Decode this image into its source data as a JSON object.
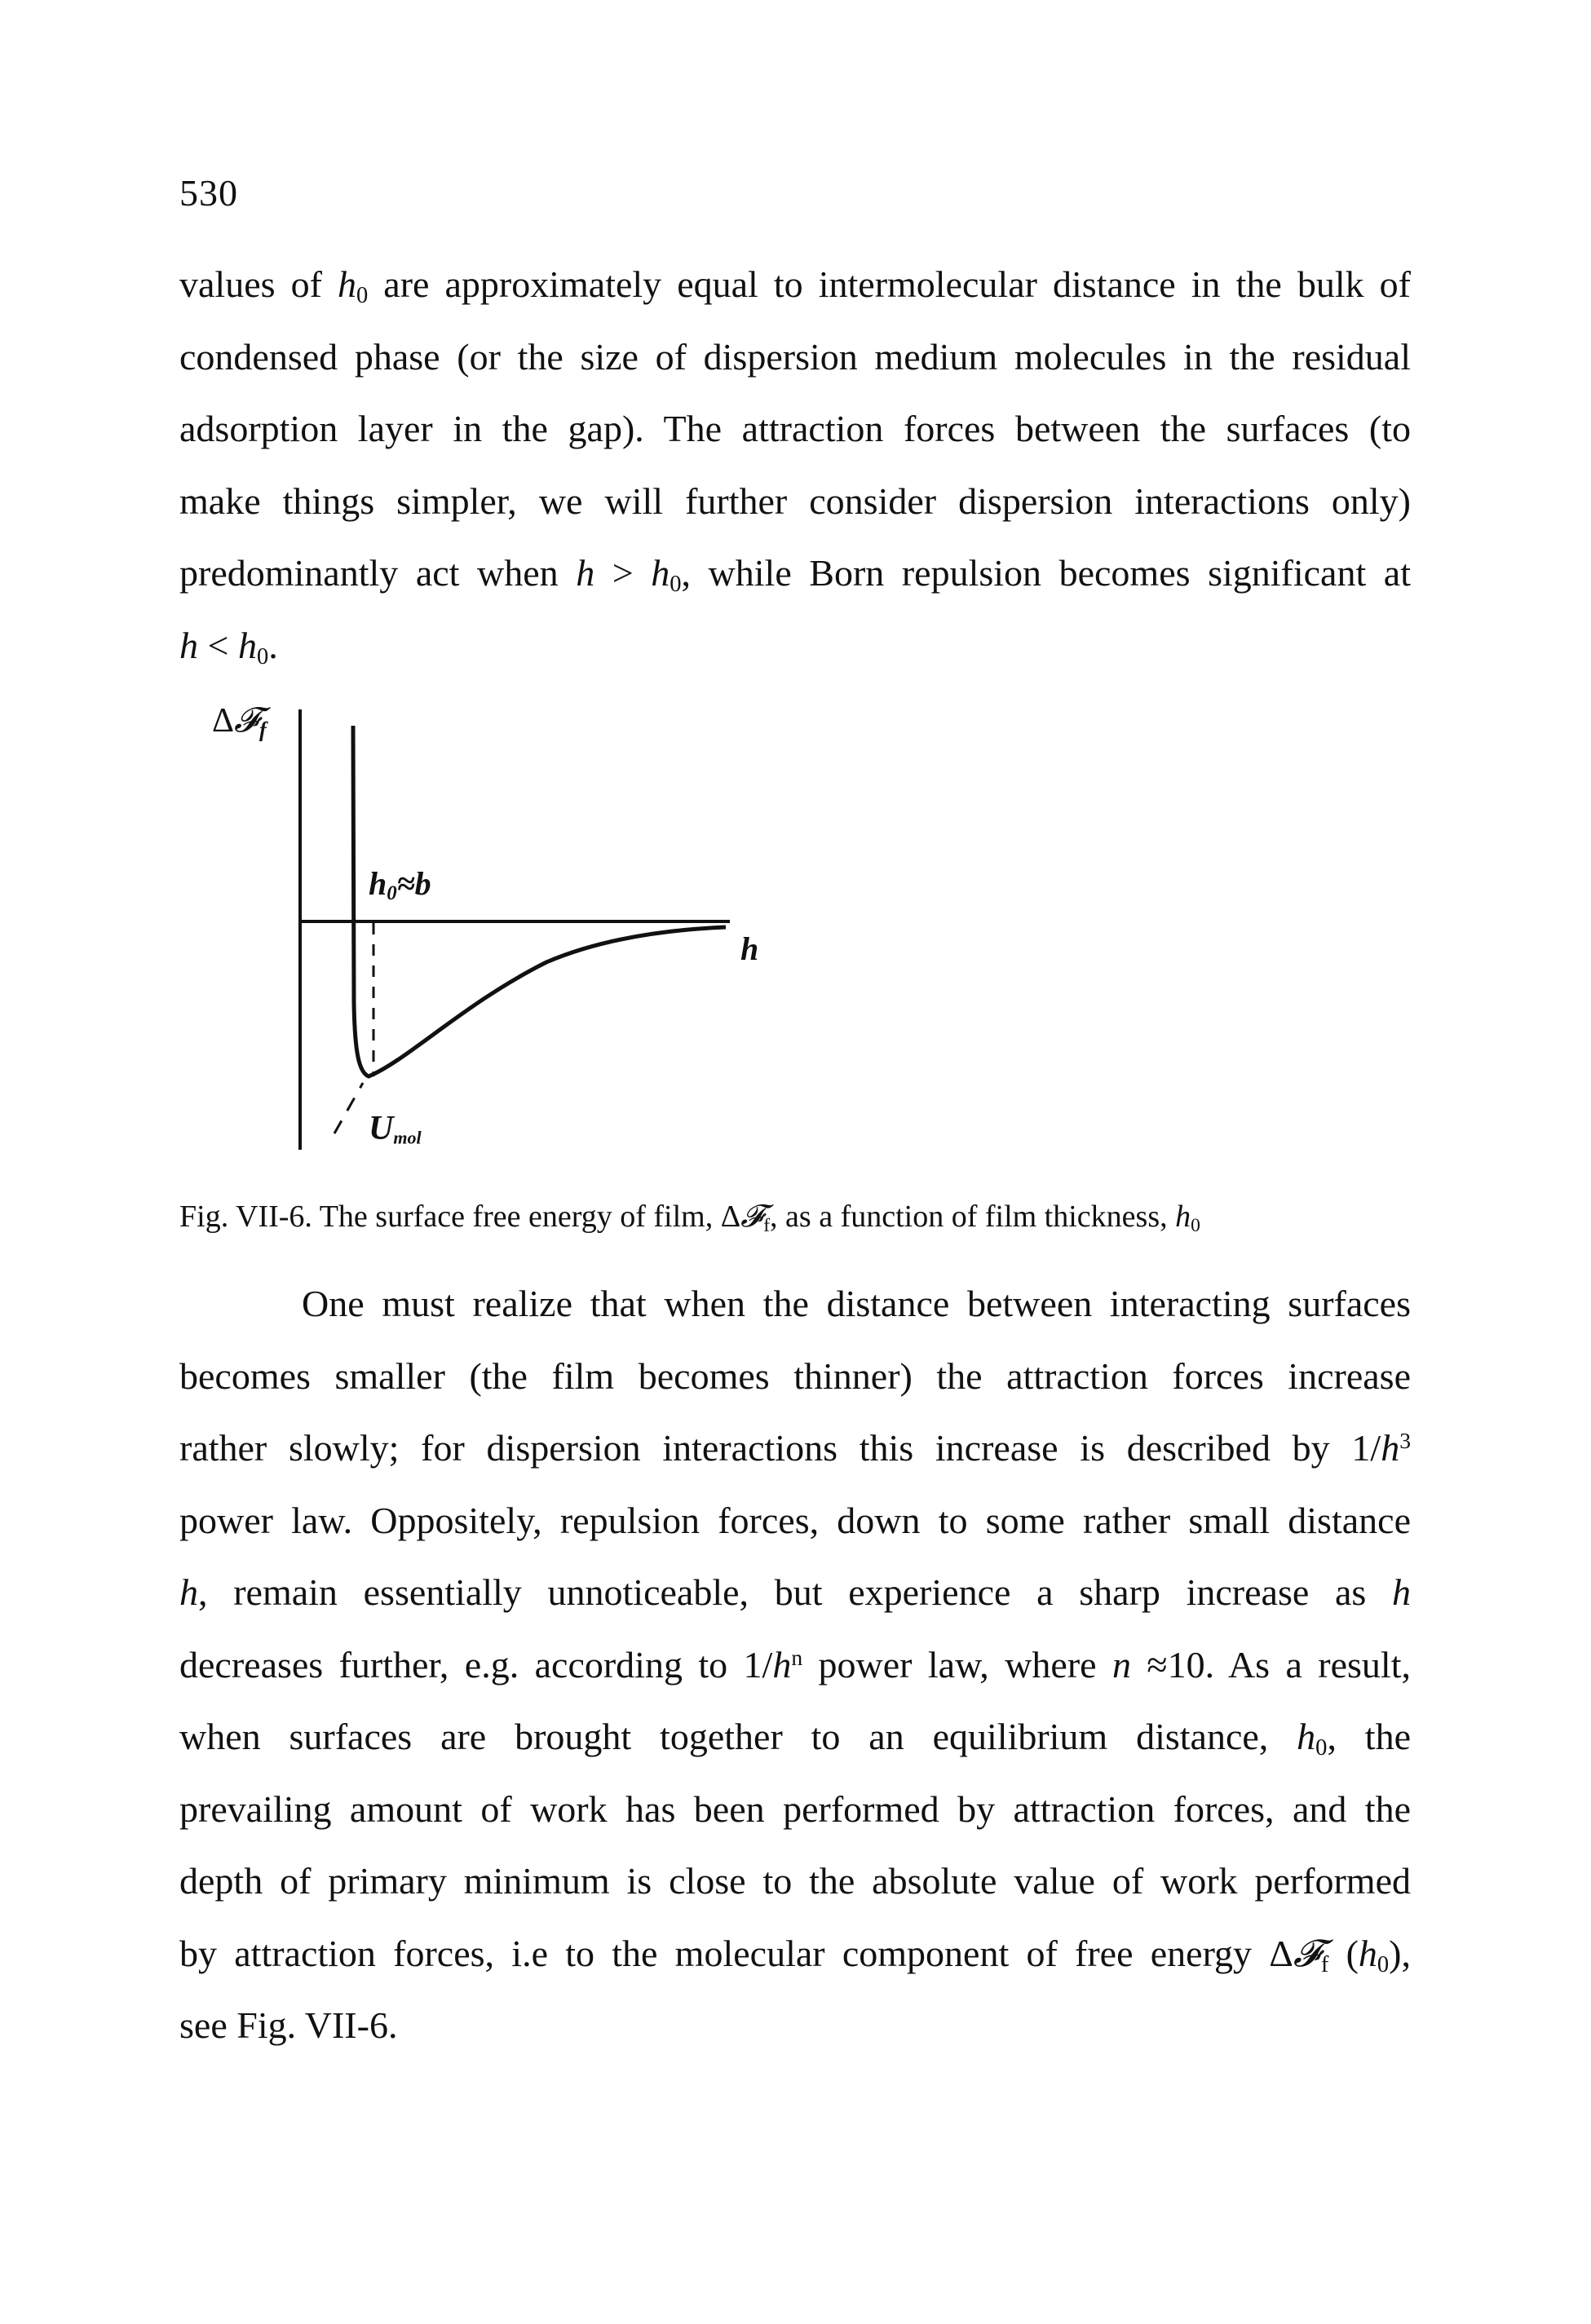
{
  "page_number": "530",
  "para1": {
    "l1_a": "values of ",
    "l1_h": "h",
    "l1_s": "0",
    "l1_b": " are approximately equal to intermolecular distance in the bulk of",
    "l2": "condensed phase (or the size of dispersion medium molecules in the residual",
    "l3": "adsorption layer in the gap). The attraction forces between the surfaces (to",
    "l4": "make things simpler, we will further consider dispersion interactions only)",
    "l5_a": "predominantly act when ",
    "l5_h1": "h",
    "l5_b": " > ",
    "l5_h2": "h",
    "l5_s": "0",
    "l5_c": ", while Born repulsion becomes significant at",
    "l6_h1": "h",
    "l6_b": " < ",
    "l6_h2": "h",
    "l6_s": "0",
    "l6_c": "."
  },
  "figure": {
    "y_label_delta": "Δ",
    "y_label_F": "𝓕",
    "y_label_sub": "f",
    "h0_label": "h",
    "h0_sub": "0",
    "h0_rest": "≈b",
    "x_label": "h",
    "umol_label": "U",
    "umol_sub": "mol"
  },
  "caption": {
    "a": "Fig. VII-6. The surface free energy of film, Δ",
    "F": "𝓕",
    "sub": "f",
    "b": ", as a function of film thickness, ",
    "h": "h",
    "hs": "0"
  },
  "para2": {
    "l1": "One must realize that when the distance between  interacting surfaces",
    "l2": "becomes smaller (the film becomes thinner) the attraction forces increase",
    "l3_a": "rather slowly; for dispersion interactions this increase is described by ",
    "l3_b": "1/",
    "l3_h": "h",
    "l3_sup": "3",
    "l4": "power law. Oppositely, repulsion forces, down to some rather small distance",
    "l5_h": "h",
    "l5_a": ", remain essentially unnoticeable, but experience a sharp increase as ",
    "l5_h2": "h",
    "l6_a": "decreases further, e.g. according to ",
    "l6_b": "1/",
    "l6_h": "h",
    "l6_sup": "n",
    "l6_c": " power law, where ",
    "l6_n": "n",
    "l6_d": " ≈10. As a result,",
    "l7_a": "when surfaces are brought together to an  equilibrium distance, ",
    "l7_h": "h",
    "l7_s": "0",
    "l7_b": ", the",
    "l8": "prevailing amount of work has been performed by attraction forces, and the",
    "l9": "depth of primary minimum is close to the absolute value of work performed",
    "l10_a": "by attraction forces, i.e to the molecular component of free energy Δ",
    "l10_F": "𝓕",
    "l10_s": "f",
    "l10_b": " (",
    "l10_h": "h",
    "l10_hs": "0",
    "l10_c": "),",
    "l11": "see Fig. VII-6."
  }
}
